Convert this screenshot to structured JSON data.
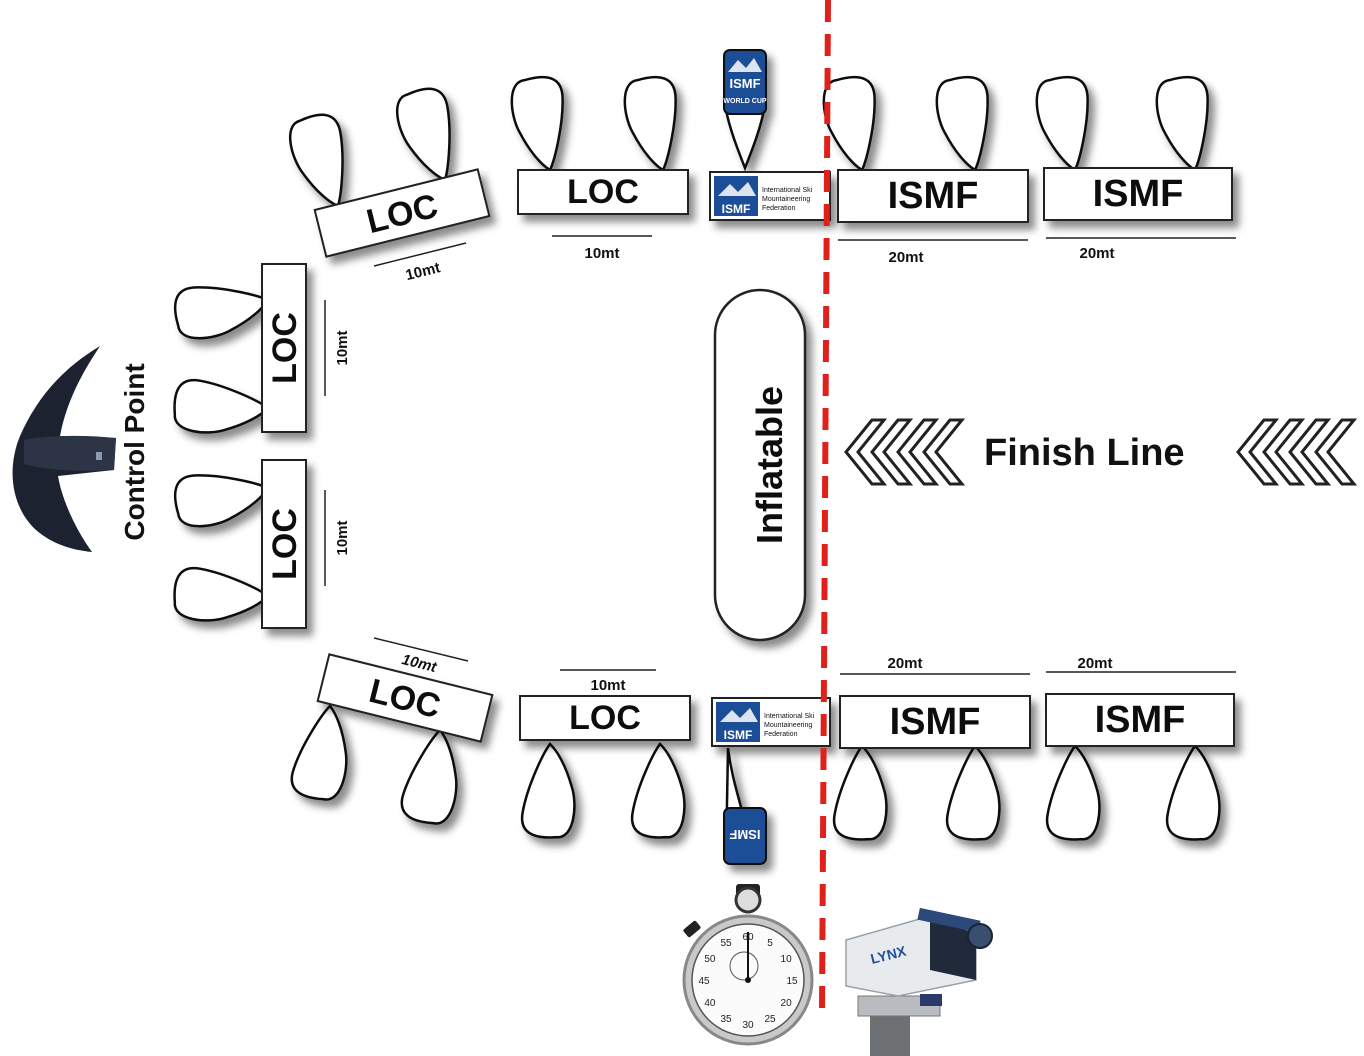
{
  "banners": {
    "loc_label": "LOC",
    "ismf_label": "ISMF"
  },
  "measurements": {
    "ten": "10mt",
    "twenty": "20mt"
  },
  "inflatable_label": "Inflatable",
  "finish_line_label": "Finish Line",
  "control_point_label": "Control Point",
  "sponsor": {
    "logo_text": "ISMF",
    "logo_subtext": "WORLD CUP",
    "org_line_1": "International Ski",
    "org_line_2": "Mountaineering",
    "org_line_3": "Federation"
  },
  "camera_brand": "LYNX",
  "stopwatch_numbers": [
    "60",
    "5",
    "10",
    "15",
    "20",
    "25",
    "30",
    "35",
    "40",
    "45",
    "50",
    "55"
  ],
  "colors": {
    "finish_line": "#e0201b",
    "ismf_blue": "#1f4e97",
    "tent_dark": "#1c2230",
    "banner_border": "#222222"
  }
}
